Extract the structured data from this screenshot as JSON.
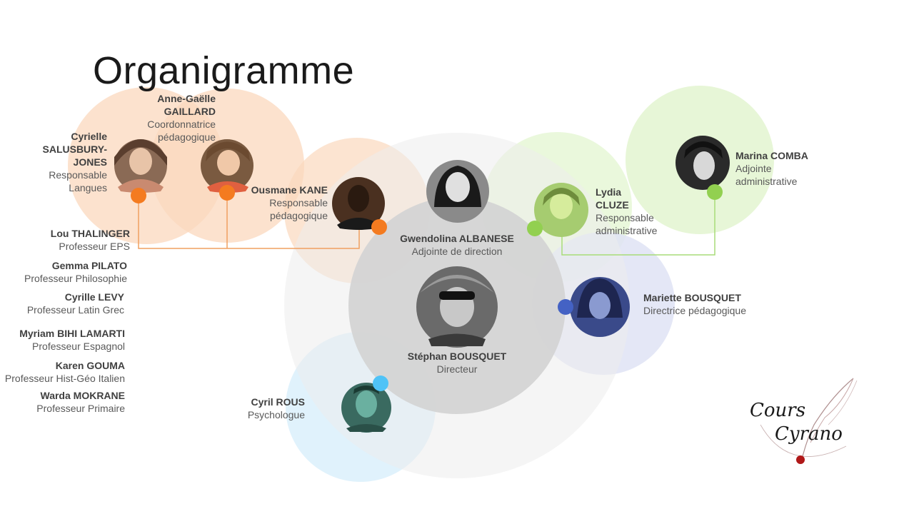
{
  "title": "Organigramme",
  "people": {
    "cyrielle": {
      "name": "Cyrielle SALUSBURY-JONES",
      "name_line1": "Cyrielle",
      "name_line2": "SALUSBURY-",
      "name_line3": "JONES",
      "role_line1": "Responsable",
      "role_line2": "Langues",
      "color": "#f47b20"
    },
    "anne": {
      "name_line1": "Anne-Gaëlle",
      "name_line2": "GAILLARD",
      "role_line1": "Coordonnatrice",
      "role_line2": "pédagogique",
      "color": "#f47b20"
    },
    "ousmane": {
      "name": "Ousmane KANE",
      "role_line1": "Responsable",
      "role_line2": "pédagogique",
      "color": "#f47b20"
    },
    "gwendolina": {
      "name": "Gwendolina  ALBANESE",
      "role": "Adjointe de direction"
    },
    "stephan": {
      "name": "Stéphan BOUSQUET",
      "role": "Directeur"
    },
    "lydia": {
      "name_line1": "Lydia",
      "name_line2": "CLUZE",
      "role_line1": "Responsable",
      "role_line2": "administrative",
      "color": "#92d050"
    },
    "marina": {
      "name": "Marina  COMBA",
      "role_line1": "Adjointe",
      "role_line2": "administrative",
      "color": "#92d050"
    },
    "mariette": {
      "name": "Mariette BOUSQUET",
      "role": "Directrice pédagogique",
      "color": "#4472c4"
    },
    "cyril": {
      "name": "Cyril ROUS",
      "role": "Psychologue",
      "color": "#4fc3f7"
    }
  },
  "teachers": [
    {
      "name": "Lou THALINGER",
      "role": "Professeur EPS"
    },
    {
      "name": "Gemma PILATO",
      "role": "Professeur Philosophie"
    },
    {
      "name": "Cyrille LEVY",
      "role": "Professeur Latin Grec"
    },
    {
      "name": "Myriam BIHI LAMARTI",
      "role": "Professeur Espagnol"
    },
    {
      "name": "Karen GOUMA",
      "role": "Professeur Hist-Géo Italien"
    },
    {
      "name": "Warda  MOKRANE",
      "role": "Professeur Primaire"
    }
  ],
  "logo": {
    "line1": "Cours",
    "line2": "Cyrano"
  }
}
